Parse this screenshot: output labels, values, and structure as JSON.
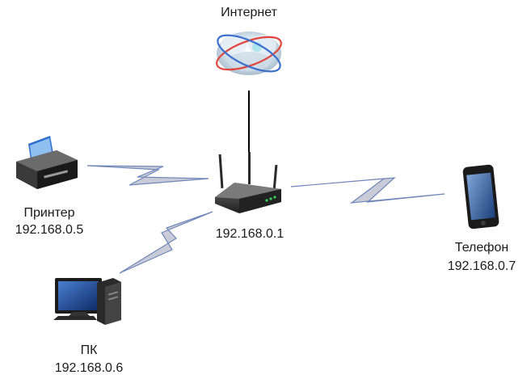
{
  "nodes": {
    "internet": {
      "name": "Интернет",
      "icon": "internet-cloud-icon"
    },
    "router": {
      "ip": "192.168.0.1",
      "icon": "wifi-router-icon"
    },
    "printer": {
      "name": "Принтер",
      "ip": "192.168.0.5",
      "icon": "printer-icon"
    },
    "pc": {
      "name": "ПК",
      "ip": "192.168.0.6",
      "icon": "desktop-computer-icon"
    },
    "phone": {
      "name": "Телефон",
      "ip": "192.168.0.7",
      "icon": "smartphone-icon"
    }
  },
  "links": [
    {
      "from": "router",
      "to": "internet",
      "type": "wired"
    },
    {
      "from": "router",
      "to": "printer",
      "type": "wireless"
    },
    {
      "from": "router",
      "to": "pc",
      "type": "wireless"
    },
    {
      "from": "router",
      "to": "phone",
      "type": "wireless"
    }
  ],
  "colors": {
    "wireless_fill": "#c9ccd8",
    "wireless_stroke": "#6f86b8",
    "wired": "#000000",
    "text": "#1a1a1a"
  }
}
